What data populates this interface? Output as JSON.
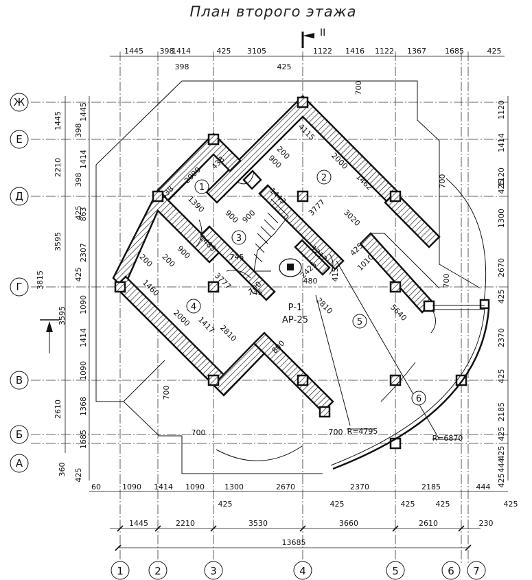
{
  "title": "План второго этажа",
  "section_mark": "II",
  "axes": {
    "horizontal": [
      "Ж",
      "Е",
      "Д",
      "Г",
      "В",
      "Б",
      "А"
    ],
    "vertical": [
      "1",
      "2",
      "3",
      "4",
      "5",
      "6",
      "7"
    ]
  },
  "dims_top_row1": [
    "1445",
    "398",
    "1414",
    "425",
    "3105",
    "1122",
    "1416",
    "1122",
    "1367",
    "1685",
    "425"
  ],
  "dims_top_row2": [
    "398",
    "425"
  ],
  "dims_left_outer": [
    "1445",
    "2210",
    "3595",
    "2610"
  ],
  "dims_left_inner": [
    "1445",
    "398",
    "1414",
    "398",
    "425",
    "863",
    "2307",
    "425",
    "1090",
    "1414",
    "1090",
    "1368",
    "1685",
    "425"
  ],
  "dims_left_far": [
    "3815",
    "3595",
    "360"
  ],
  "dims_right": [
    "1120",
    "1414",
    "1120",
    "425",
    "1300",
    "2670",
    "425",
    "2370",
    "425",
    "2185",
    "425",
    "425",
    "444",
    "425"
  ],
  "dims_bottom_row1": [
    "60",
    "1090",
    "1414",
    "1090",
    "1300",
    "2670",
    "2370",
    "2185",
    "444"
  ],
  "dims_bottom_row2": [
    "425",
    "425",
    "425",
    "425",
    "425"
  ],
  "dims_bottom_row3": [
    "1445",
    "2210",
    "3530",
    "3660",
    "2610",
    "230"
  ],
  "dims_total": "13685",
  "interior_dims": [
    "2000",
    "438",
    "438",
    "1390",
    "900",
    "1485",
    "900",
    "200",
    "200",
    "900",
    "1443",
    "3777",
    "4115",
    "2000",
    "1462",
    "3020",
    "900",
    "1212",
    "2425",
    "425",
    "1010",
    "415",
    "480",
    "745",
    "745",
    "700",
    "200",
    "1460",
    "3777",
    "1417",
    "2000",
    "2810",
    "800",
    "2810",
    "5640",
    "700",
    "700",
    "700",
    "700",
    "700",
    "700"
  ],
  "rooms": [
    "1",
    "2",
    "3",
    "4",
    "5",
    "6"
  ],
  "labels": {
    "riser": "Р-1",
    "riser2": "АР-25",
    "radius1": "R=4795",
    "radius2": "R=6870"
  }
}
